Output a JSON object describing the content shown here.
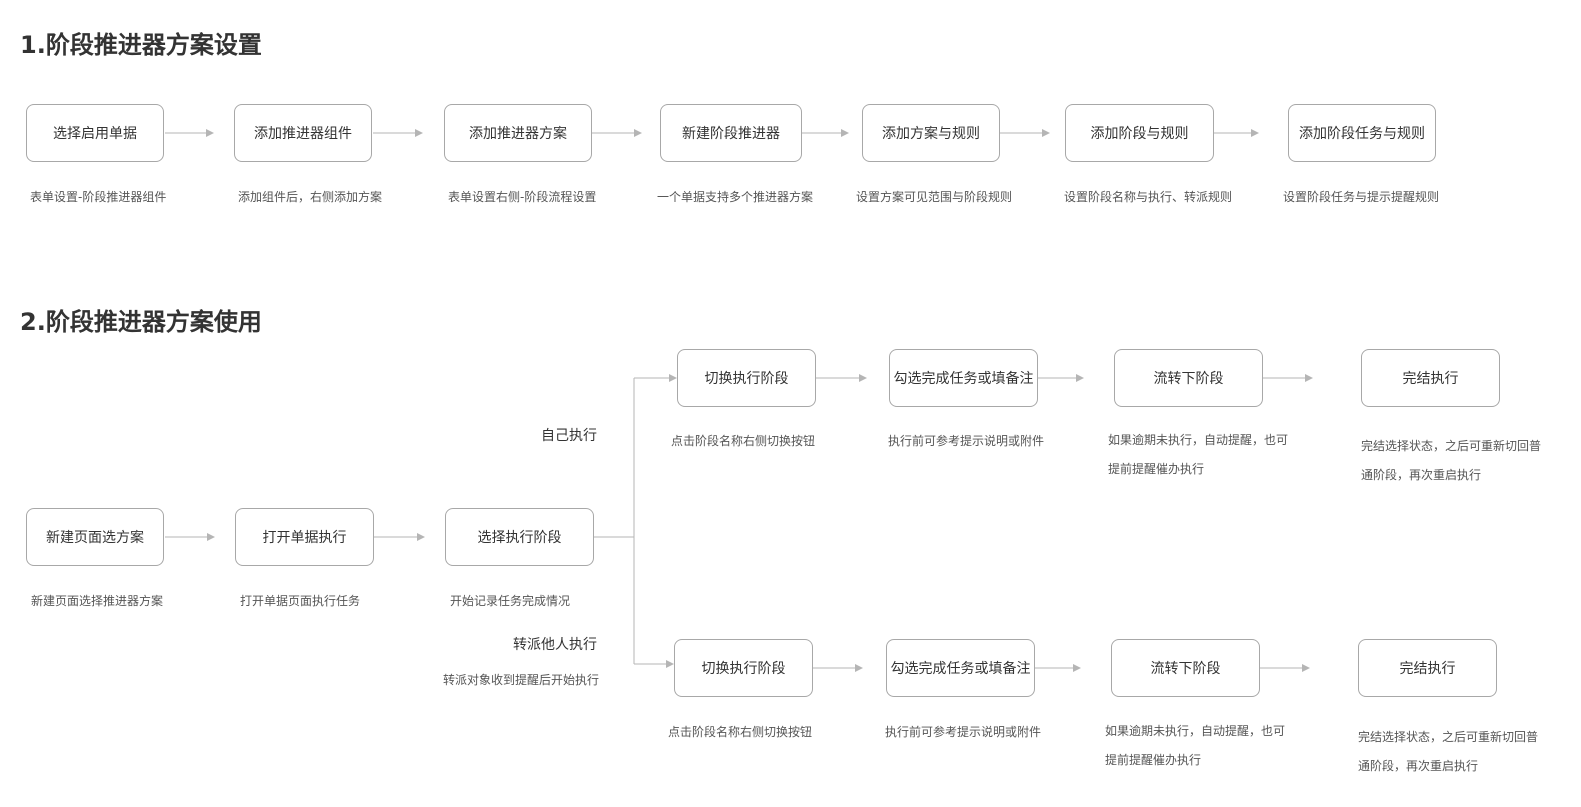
{
  "section1": {
    "heading": "1.阶段推进器方案设置",
    "steps": [
      {
        "label": "选择启用单据",
        "note": "表单设置-阶段推进器组件"
      },
      {
        "label": "添加推进器组件",
        "note": "添加组件后，右侧添加方案"
      },
      {
        "label": "添加推进器方案",
        "note": "表单设置右侧-阶段流程设置"
      },
      {
        "label": "新建阶段推进器",
        "note": "一个单据支持多个推进器方案"
      },
      {
        "label": "添加方案与规则",
        "note": "设置方案可见范围与阶段规则"
      },
      {
        "label": "添加阶段与规则",
        "note": "设置阶段名称与执行、转派规则"
      },
      {
        "label": "添加阶段任务与规则",
        "note": "设置阶段任务与提示提醒规则"
      }
    ]
  },
  "section2": {
    "heading": "2.阶段推进器方案使用",
    "start_steps": [
      {
        "label": "新建页面选方案",
        "note": "新建页面选择推进器方案"
      },
      {
        "label": "打开单据执行",
        "note": "打开单据页面执行任务"
      },
      {
        "label": "选择执行阶段",
        "note": "开始记录任务完成情况"
      }
    ],
    "branch_self": {
      "label": "自己执行",
      "steps": [
        {
          "label": "切换执行阶段",
          "note": "点击阶段名称右侧切换按钮"
        },
        {
          "label": "勾选完成任务或填备注",
          "note": "执行前可参考提示说明或附件"
        },
        {
          "label": "流转下阶段",
          "note": "如果逾期未执行，自动提醒，也可提前提醒催办执行"
        },
        {
          "label": "完结执行",
          "note": "完结选择状态，之后可重新切回普通阶段，再次重启执行"
        }
      ]
    },
    "branch_transfer": {
      "label": "转派他人执行",
      "sublabel": "转派对象收到提醒后开始执行",
      "steps": [
        {
          "label": "切换执行阶段",
          "note": "点击阶段名称右侧切换按钮"
        },
        {
          "label": "勾选完成任务或填备注",
          "note": "执行前可参考提示说明或附件"
        },
        {
          "label": "流转下阶段",
          "note": "如果逾期未执行，自动提醒，也可提前提醒催办执行"
        },
        {
          "label": "完结执行",
          "note": "完结选择状态，之后可重新切回普通阶段，再次重启执行"
        }
      ]
    }
  },
  "colors": {
    "box_border": "#a8a8a8",
    "connector": "#b5b5b5",
    "heading_text": "#333333",
    "note_text": "#555555"
  }
}
